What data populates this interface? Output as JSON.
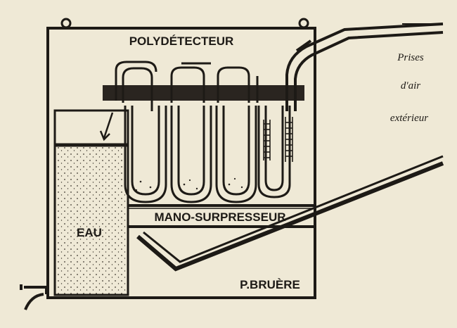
{
  "diagram": {
    "title": "POLYDÉTECTEUR",
    "labels": {
      "water": "EAU",
      "mano": "MANO-SURPRESSEUR",
      "author": "P.BRUÈRE"
    },
    "side_note": {
      "line1": "Prises",
      "line2": "d'air",
      "line3": "extérieur"
    }
  }
}
